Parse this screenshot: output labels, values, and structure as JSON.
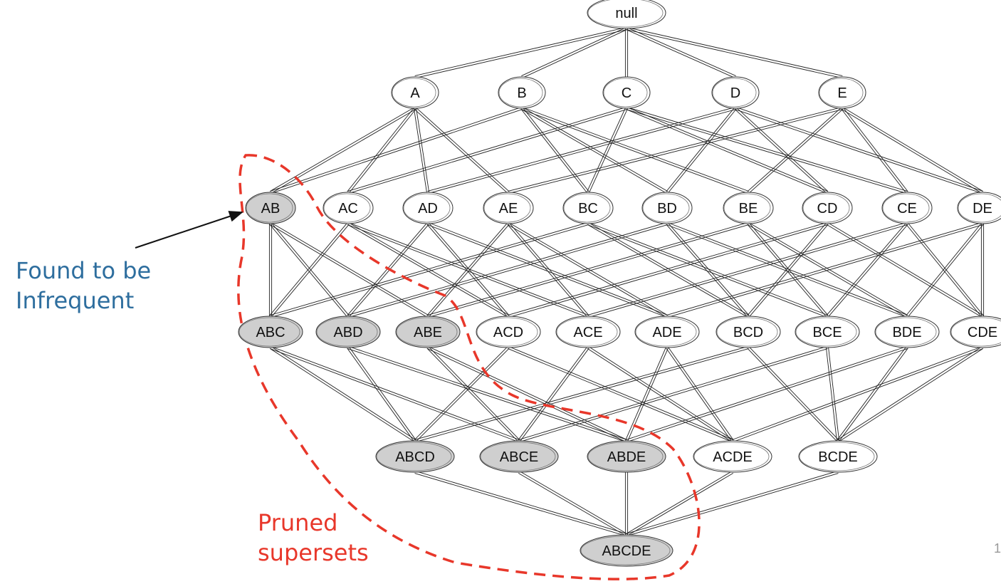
{
  "diagram": {
    "nodes": [
      {
        "label": "null",
        "pruned": false
      },
      {
        "label": "A",
        "pruned": false
      },
      {
        "label": "B",
        "pruned": false
      },
      {
        "label": "C",
        "pruned": false
      },
      {
        "label": "D",
        "pruned": false
      },
      {
        "label": "E",
        "pruned": false
      },
      {
        "label": "AB",
        "pruned": true
      },
      {
        "label": "AC",
        "pruned": false
      },
      {
        "label": "AD",
        "pruned": false
      },
      {
        "label": "AE",
        "pruned": false
      },
      {
        "label": "BC",
        "pruned": false
      },
      {
        "label": "BD",
        "pruned": false
      },
      {
        "label": "BE",
        "pruned": false
      },
      {
        "label": "CD",
        "pruned": false
      },
      {
        "label": "CE",
        "pruned": false
      },
      {
        "label": "DE",
        "pruned": false
      },
      {
        "label": "ABC",
        "pruned": true
      },
      {
        "label": "ABD",
        "pruned": true
      },
      {
        "label": "ABE",
        "pruned": true
      },
      {
        "label": "ACD",
        "pruned": false
      },
      {
        "label": "ACE",
        "pruned": false
      },
      {
        "label": "ADE",
        "pruned": false
      },
      {
        "label": "BCD",
        "pruned": false
      },
      {
        "label": "BCE",
        "pruned": false
      },
      {
        "label": "BDE",
        "pruned": false
      },
      {
        "label": "CDE",
        "pruned": false
      },
      {
        "label": "ABCD",
        "pruned": true
      },
      {
        "label": "ABCE",
        "pruned": true
      },
      {
        "label": "ABDE",
        "pruned": true
      },
      {
        "label": "ACDE",
        "pruned": false
      },
      {
        "label": "BCDE",
        "pruned": false
      },
      {
        "label": "ABCDE",
        "pruned": true
      }
    ]
  },
  "annotations": {
    "infrequent_line1": "Found to be",
    "infrequent_line2": "Infrequent",
    "pruned_line1": "Pruned",
    "pruned_line2": "supersets"
  },
  "slide_number": "1",
  "colors": {
    "pruned_fill": "#cfcfcf",
    "node_fill": "#ffffff",
    "edge": "#222222",
    "infrequent_text": "#2e6e9e",
    "pruned_text": "#e8372a",
    "dashed_boundary": "#e8372a"
  }
}
